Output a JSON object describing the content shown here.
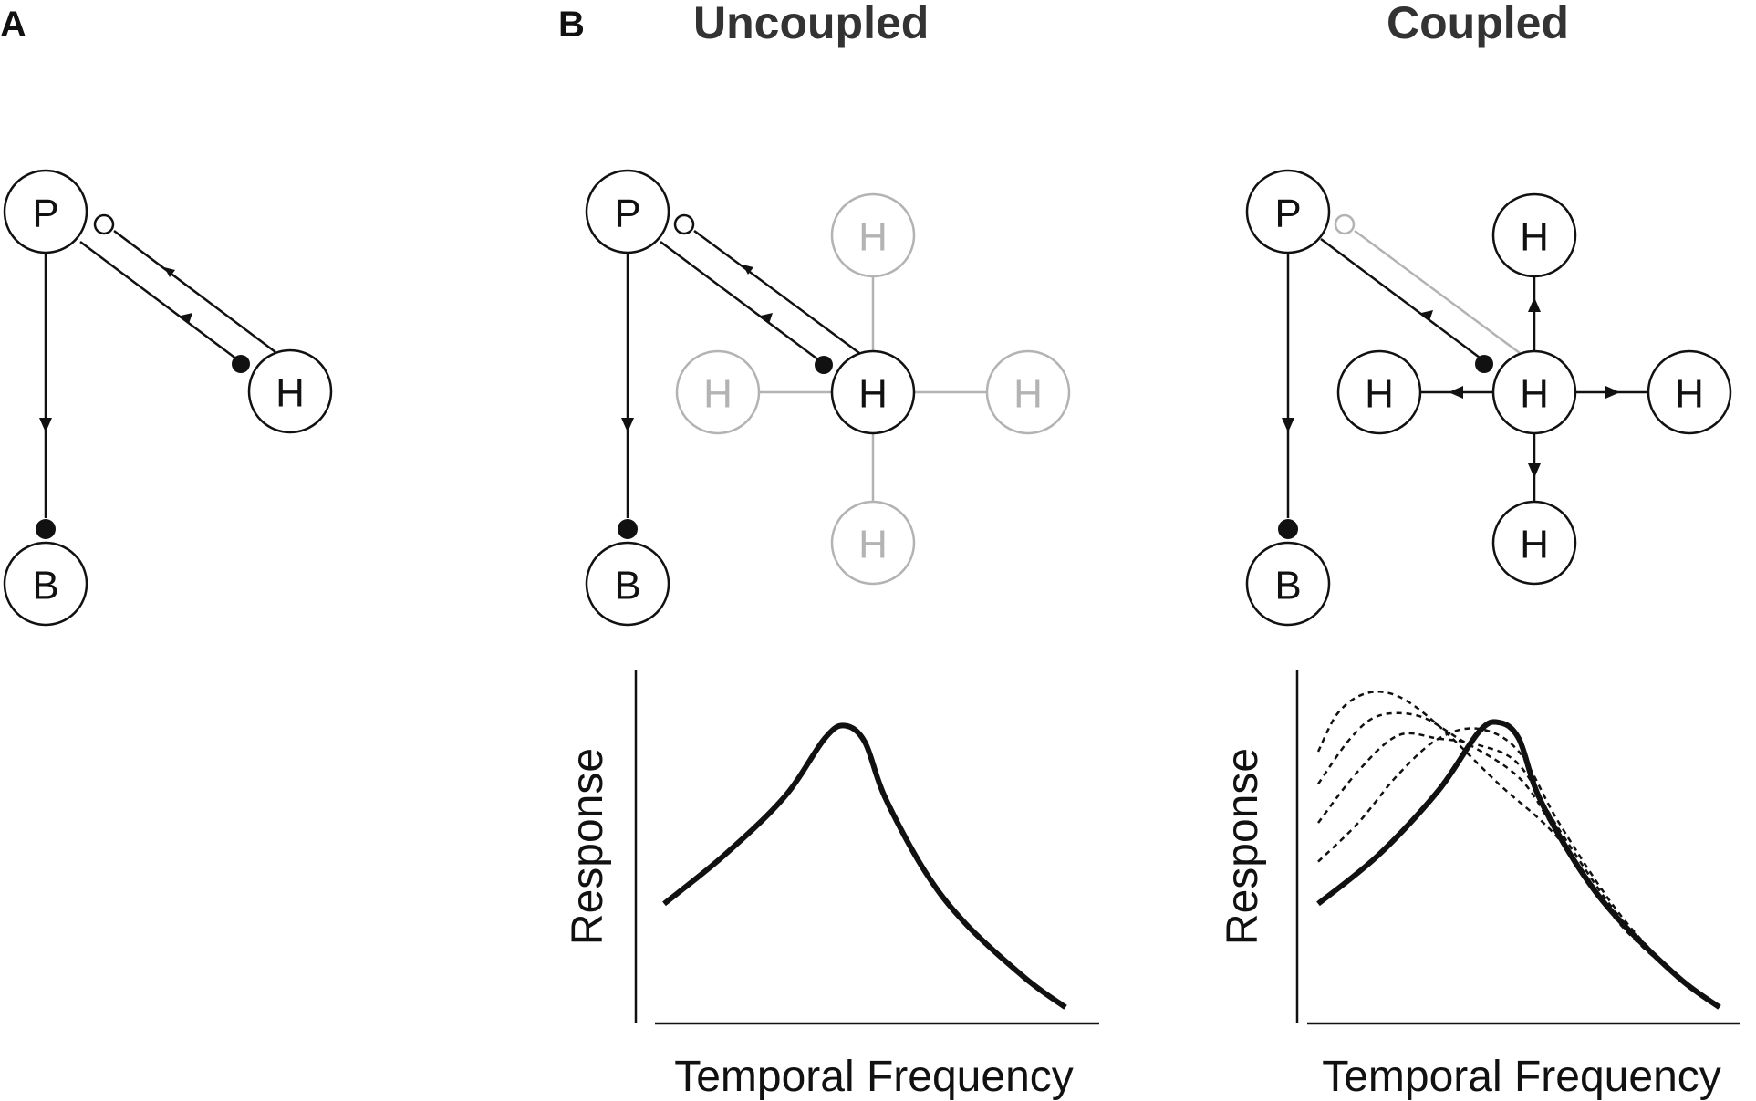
{
  "panels": {
    "a_letter": "A",
    "b_letter": "B",
    "uncoupled_title": "Uncoupled",
    "coupled_title": "Coupled"
  },
  "nodes": {
    "photoreceptor": "P",
    "horizontal": "H",
    "bipolar": "B"
  },
  "colors": {
    "active": "#111111",
    "inactive": "#b3b3b3"
  },
  "charts": {
    "uncoupled": {
      "xlabel": "Temporal Frequency",
      "ylabel": "Response"
    },
    "coupled": {
      "xlabel": "Temporal Frequency",
      "ylabel": "Response"
    }
  },
  "chart_data": [
    {
      "type": "line",
      "xlabel": "Temporal Frequency",
      "ylabel": "Response",
      "series": [
        {
          "style": "solid",
          "x": [
            0.0,
            0.15,
            0.3,
            0.4,
            0.45,
            0.5,
            0.55,
            0.65,
            0.75,
            0.9,
            1.0
          ],
          "y": [
            0.35,
            0.5,
            0.68,
            0.86,
            0.9,
            0.85,
            0.68,
            0.45,
            0.29,
            0.12,
            0.03
          ]
        }
      ]
    },
    {
      "type": "line",
      "xlabel": "Temporal Frequency",
      "ylabel": "Response",
      "series": [
        {
          "style": "solid",
          "x": [
            0.0,
            0.15,
            0.3,
            0.4,
            0.45,
            0.5,
            0.55,
            0.65,
            0.75,
            0.9,
            1.0
          ],
          "y": [
            0.35,
            0.5,
            0.7,
            0.88,
            0.91,
            0.86,
            0.68,
            0.46,
            0.3,
            0.12,
            0.03
          ]
        },
        {
          "style": "dashed",
          "x": [
            0.0,
            0.1,
            0.2,
            0.3,
            0.4,
            0.5,
            0.6,
            0.75,
            0.9,
            1.0
          ],
          "y": [
            0.48,
            0.6,
            0.75,
            0.86,
            0.89,
            0.82,
            0.6,
            0.32,
            0.12,
            0.03
          ]
        },
        {
          "style": "dashed",
          "x": [
            0.0,
            0.1,
            0.2,
            0.3,
            0.4,
            0.5,
            0.6,
            0.75,
            0.9,
            1.0
          ],
          "y": [
            0.6,
            0.76,
            0.87,
            0.86,
            0.84,
            0.78,
            0.58,
            0.31,
            0.12,
            0.03
          ]
        },
        {
          "style": "dashed",
          "x": [
            0.0,
            0.08,
            0.15,
            0.25,
            0.35,
            0.5,
            0.6,
            0.75,
            0.9,
            1.0
          ],
          "y": [
            0.72,
            0.86,
            0.93,
            0.93,
            0.86,
            0.74,
            0.56,
            0.3,
            0.12,
            0.03
          ]
        },
        {
          "style": "dashed",
          "x": [
            0.0,
            0.05,
            0.12,
            0.2,
            0.3,
            0.45,
            0.6,
            0.75,
            0.9,
            1.0
          ],
          "y": [
            0.82,
            0.94,
            1.0,
            0.99,
            0.9,
            0.72,
            0.55,
            0.29,
            0.12,
            0.03
          ]
        }
      ]
    }
  ]
}
